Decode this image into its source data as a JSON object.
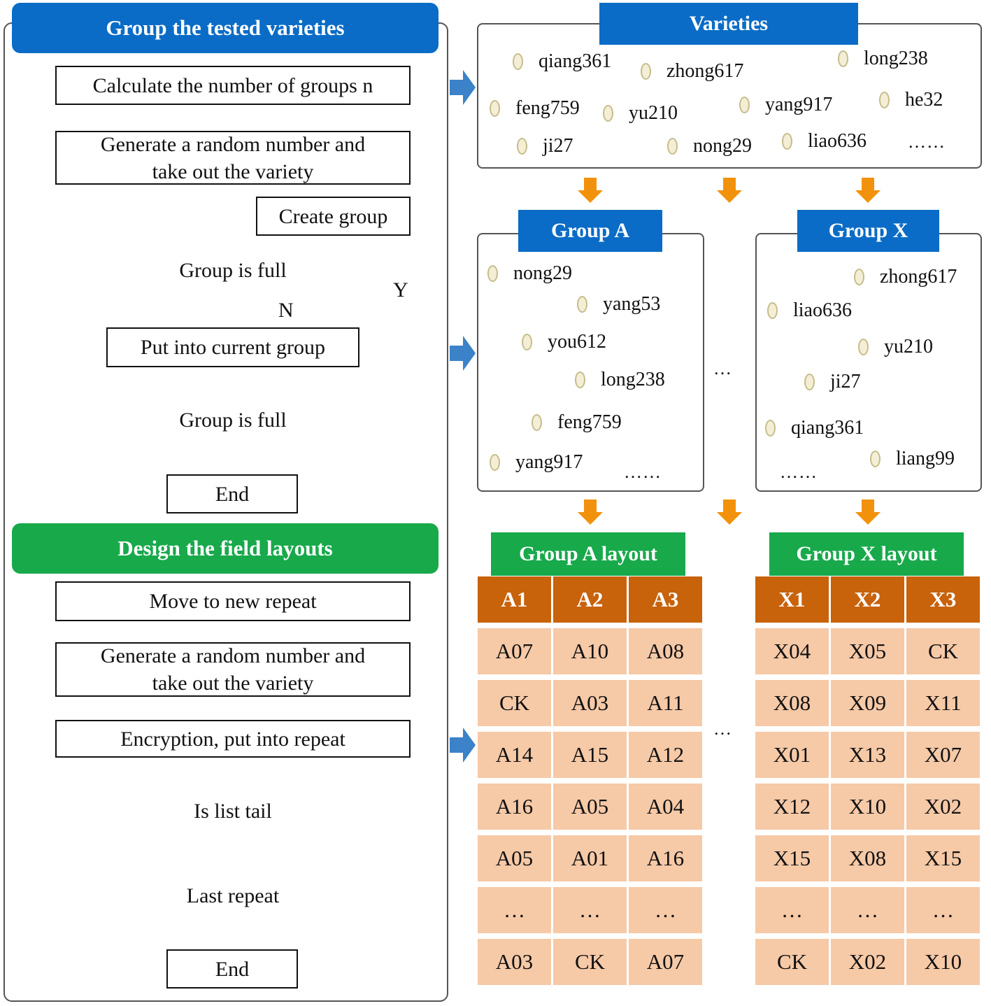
{
  "grouping": {
    "title": "Group the tested varieties",
    "steps": {
      "calc": "Calculate the number of groups n",
      "generate": "Generate a random number and take out the variety",
      "create": "Create group",
      "full1": "Group is full",
      "put": "Put into current group",
      "full2": "Group is full",
      "end": "End"
    },
    "yes": "Y",
    "no": "N"
  },
  "layout_flow": {
    "title": "Design the field layouts",
    "steps": {
      "move": "Move to new repeat",
      "generate": "Generate a random number and take out the variety",
      "encrypt": "Encryption, put into repeat",
      "tail": "Is list tail",
      "last": "Last repeat",
      "end": "End"
    }
  },
  "varieties": {
    "title": "Varieties",
    "items": [
      "qiang361",
      "zhong617",
      "long238",
      "feng759",
      "yu210",
      "yang917",
      "he32",
      "ji27",
      "nong29",
      "liao636"
    ],
    "more": "……"
  },
  "group_a": {
    "title": "Group A",
    "items": [
      "nong29",
      "yang53",
      "you612",
      "long238",
      "feng759",
      "yang917"
    ],
    "more": "……"
  },
  "group_x": {
    "title": "Group X",
    "items": [
      "zhong617",
      "liao636",
      "yu210",
      "ji27",
      "qiang361",
      "liang99"
    ],
    "more": "……"
  },
  "between_ellipsis": "…",
  "layout_a": {
    "title": "Group A layout",
    "headers": [
      "A1",
      "A2",
      "A3"
    ],
    "rows": [
      [
        "A07",
        "A10",
        "A08"
      ],
      [
        "CK",
        "A03",
        "A11"
      ],
      [
        "A14",
        "A15",
        "A12"
      ],
      [
        "A16",
        "A05",
        "A04"
      ],
      [
        "A05",
        "A01",
        "A16"
      ],
      [
        "…",
        "…",
        "…"
      ],
      [
        "A03",
        "CK",
        "A07"
      ]
    ]
  },
  "layout_x": {
    "title": "Group X layout",
    "headers": [
      "X1",
      "X2",
      "X3"
    ],
    "rows": [
      [
        "X04",
        "X05",
        "CK"
      ],
      [
        "X08",
        "X09",
        "X11"
      ],
      [
        "X01",
        "X13",
        "X07"
      ],
      [
        "X12",
        "X10",
        "X02"
      ],
      [
        "X15",
        "X08",
        "X15"
      ],
      [
        "…",
        "…",
        "…"
      ],
      [
        "CK",
        "X02",
        "X10"
      ]
    ]
  },
  "colors": {
    "blue": "#0a6cc6",
    "green": "#18a94b",
    "header": "#c8620b",
    "cell": "#f6c9a7",
    "orange_arrow": "#f2920c",
    "blue_arrow": "#3b82c9"
  },
  "icons": {
    "item_bullet": "seed-icon"
  }
}
